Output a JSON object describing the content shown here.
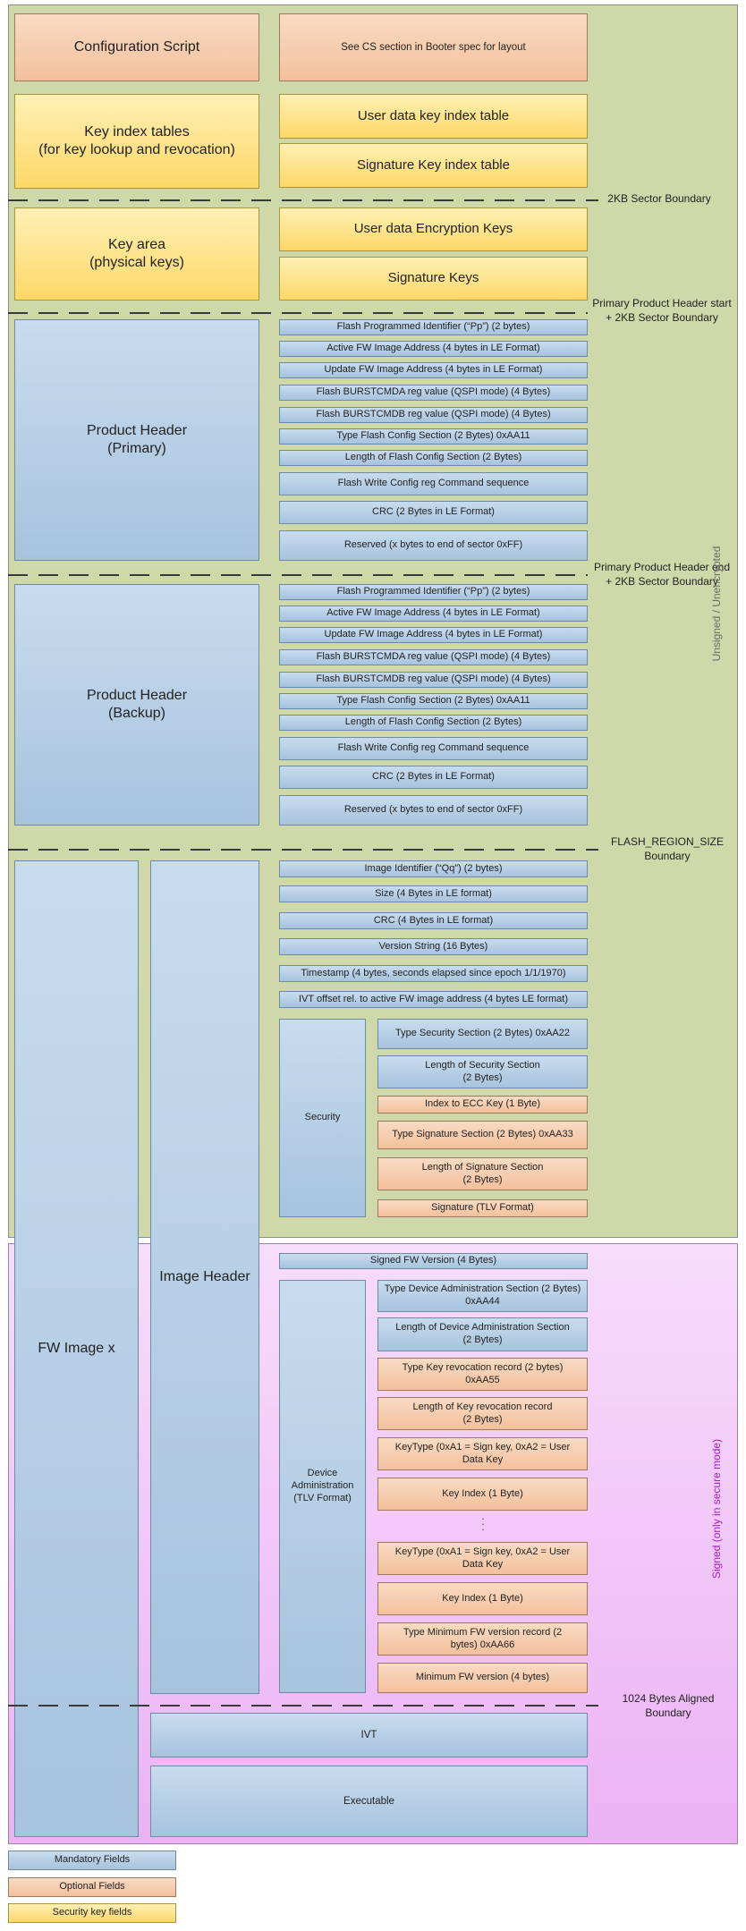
{
  "rows": {
    "config_script": "Configuration Script",
    "config_note": "See CS section in Booter spec for layout",
    "key_index_tables": "Key index tables\n(for key lookup and revocation)",
    "user_data_key_index_table": "User data key index table",
    "signature_key_index_table": "Signature Key index table",
    "key_area": "Key area\n(physical keys)",
    "user_data_encryption_keys": "User data Encryption Keys",
    "signature_keys": "Signature Keys"
  },
  "product_header_primary": {
    "title": "Product Header\n(Primary)",
    "fields": [
      "Flash Programmed Identifier (“Pp”) (2 bytes)",
      "Active FW Image Address (4 bytes in LE Format)",
      "Update FW Image Address (4 bytes in LE Format)",
      "Flash BURSTCMDA reg value (QSPI mode) (4 Bytes)",
      "Flash BURSTCMDB reg value (QSPI mode) (4 Bytes)",
      "Type Flash Config Section (2 Bytes) 0xAA11",
      "Length of Flash Config Section (2 Bytes)",
      "Flash Write Config reg Command sequence",
      "CRC (2 Bytes in LE Format)",
      "Reserved (x bytes to end of sector 0xFF)"
    ]
  },
  "product_header_backup": {
    "title": "Product Header\n(Backup)",
    "fields": [
      "Flash Programmed Identifier (“Pp”) (2 bytes)",
      "Active FW Image Address (4 bytes in LE Format)",
      "Update FW Image Address (4 bytes in LE Format)",
      "Flash BURSTCMDA reg value (QSPI mode) (4 Bytes)",
      "Flash BURSTCMDB reg value (QSPI mode) (4 Bytes)",
      "Type Flash Config Section (2 Bytes) 0xAA11",
      "Length of Flash Config Section (2 Bytes)",
      "Flash Write Config reg Command sequence",
      "CRC (2 Bytes in LE Format)",
      "Reserved (x bytes to end of sector 0xFF)"
    ]
  },
  "image": {
    "fw_image": "FW Image x",
    "image_header": "Image Header",
    "fields": [
      "Image Identifier (“Qq”) (2 bytes)",
      "Size (4 Bytes in LE format)",
      "CRC (4 Bytes in LE format)",
      "Version String (16 Bytes)",
      "Timestamp (4 bytes, seconds elapsed since epoch 1/1/1970)",
      "IVT offset rel. to active FW image address (4 bytes LE format)"
    ],
    "security": {
      "title": "Security",
      "fields": [
        "Type Security Section (2 Bytes) 0xAA22",
        "Length of Security Section\n(2 Bytes)",
        "Index to ECC Key (1 Byte)",
        "Type Signature Section (2 Bytes) 0xAA33",
        "Length of Signature Section\n(2 Bytes)",
        "Signature (TLV Format)"
      ]
    },
    "signed_fw_version": "Signed FW Version (4 Bytes)",
    "device_admin": {
      "title": "Device\nAdministration\n(TLV Format)",
      "fields": [
        "Type Device Administration Section (2 Bytes) 0xAA44",
        "Length of Device Administration Section\n(2 Bytes)",
        "Type Key revocation record (2 bytes)\n0xAA55",
        "Length of Key revocation record\n(2 Bytes)",
        "KeyType (0xA1 = Sign key, 0xA2 = User\nData Key",
        "Key Index (1 Byte)",
        "KeyType (0xA1 = Sign key, 0xA2 = User\nData Key",
        "Key Index (1 Byte)",
        "Type Minimum FW version record (2\nbytes) 0xAA66",
        "Minimum FW version (4 bytes)"
      ],
      "ellipsis": ". . ."
    },
    "ivt": "IVT",
    "executable": "Executable"
  },
  "boundaries": {
    "sector_2kb": "2KB Sector Boundary",
    "primary_start": "Primary Product Header start\n+ 2KB Sector Boundary",
    "primary_end": "Primary Product Header end\n+ 2KB Sector Boundary",
    "flash_region": "FLASH_REGION_SIZE\nBoundary",
    "aligned_1024": "1024 Bytes Aligned\nBoundary"
  },
  "side_labels": {
    "unsigned": "Unsigned / Unencrypted",
    "signed": "Signed (only in secure mode)"
  },
  "legend": {
    "mandatory": "Mandatory Fields",
    "optional": "Optional Fields",
    "security_key": "Security key fields"
  },
  "colors": {
    "unsigned_region": "#cfd8a9",
    "signed_region": "#f1c7f7",
    "mandatory": "#b4cde4",
    "optional": "#f6cdb0",
    "security_key": "#fee18a",
    "unsigned_label": "#6b6b6b",
    "signed_label": "#a020c0"
  }
}
